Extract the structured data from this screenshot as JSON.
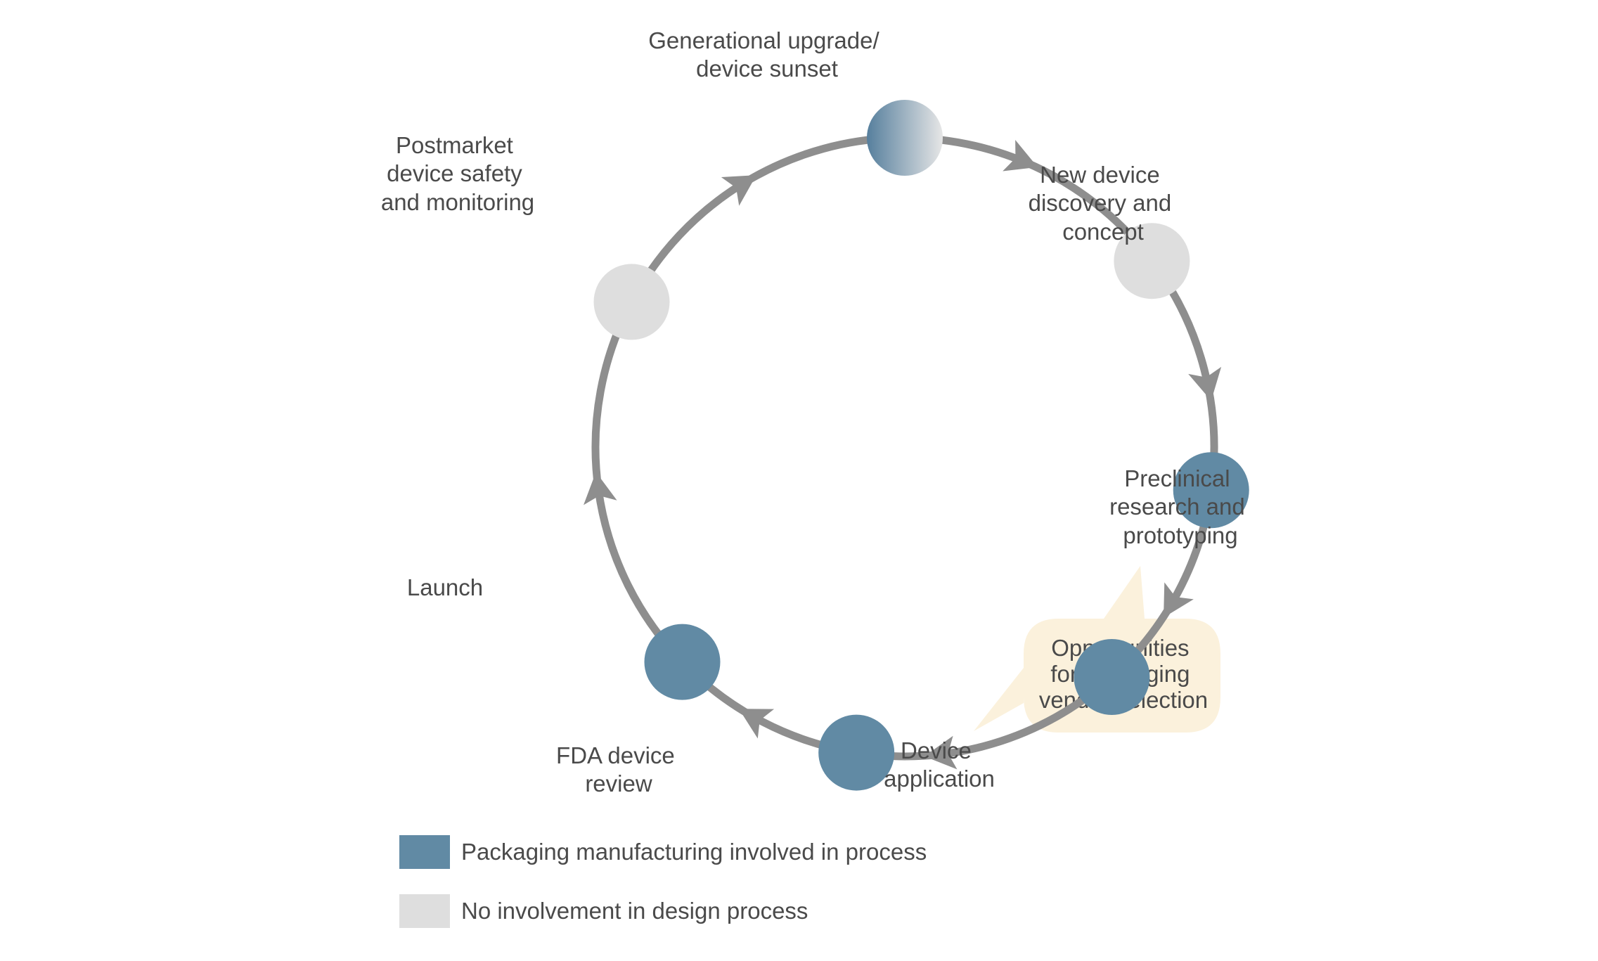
{
  "colors": {
    "involved": "#618aa4",
    "not_involved": "#dedede",
    "gradient_dark": "#567f9d",
    "gradient_light": "#e6e6e6",
    "cycle_line": "#8e8e8e",
    "callout_bg": "#fbf1dc",
    "text": "#4a4a4a"
  },
  "stages": [
    {
      "id": "generational-upgrade",
      "lines": [
        "Generational upgrade/",
        "device sunset"
      ],
      "status": "transition"
    },
    {
      "id": "new-device-discovery",
      "lines": [
        "New device",
        "discovery and",
        "concept"
      ],
      "status": "not_involved"
    },
    {
      "id": "preclinical-research",
      "lines": [
        "Preclinical",
        "research and",
        "prototyping"
      ],
      "status": "involved"
    },
    {
      "id": "device-application",
      "lines": [
        "Device",
        "application"
      ],
      "status": "involved"
    },
    {
      "id": "fda-device-review",
      "lines": [
        "FDA device",
        "review"
      ],
      "status": "involved"
    },
    {
      "id": "launch",
      "lines": [
        "Launch"
      ],
      "status": "involved"
    },
    {
      "id": "postmarket-safety",
      "lines": [
        "Postmarket",
        "device safety",
        "and monitoring"
      ],
      "status": "not_involved"
    }
  ],
  "callout": {
    "lines": [
      "Opportunities",
      "for packaging",
      "vendor selection"
    ]
  },
  "legend": [
    {
      "key": "involved",
      "label": "Packaging manufacturing involved in process"
    },
    {
      "key": "not_involved",
      "label": "No involvement in design process"
    }
  ]
}
